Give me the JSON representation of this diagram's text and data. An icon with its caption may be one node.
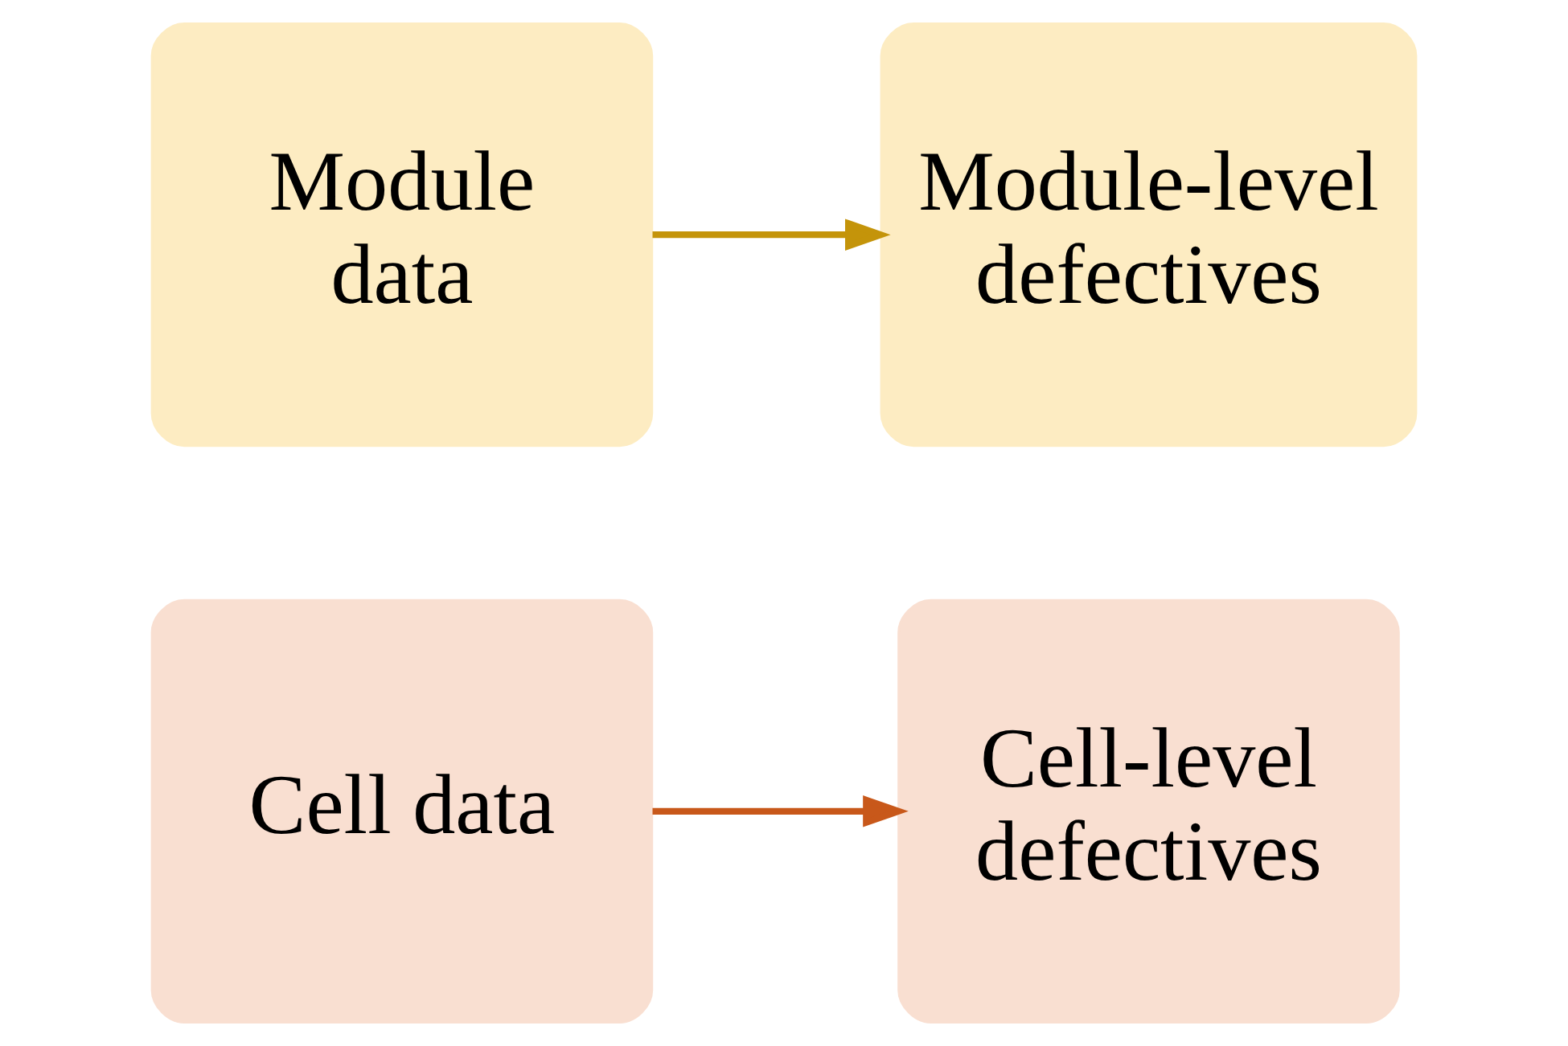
{
  "diagram": {
    "nodes": [
      {
        "text": [
          "Cell data"
        ]
      },
      {
        "text": [
          "Cell-level defectives"
        ]
      },
      {
        "text": [
          "Module data"
        ]
      },
      {
        "text": [
          "Module-level defectives"
        ]
      }
    ],
    "edges": [
      {
        "from": 0,
        "to": 1,
        "arrow": "to",
        "color": "#c8581a"
      },
      {
        "from": 2,
        "to": 3,
        "arrow": "to",
        "color": "#c4940a"
      }
    ]
  }
}
